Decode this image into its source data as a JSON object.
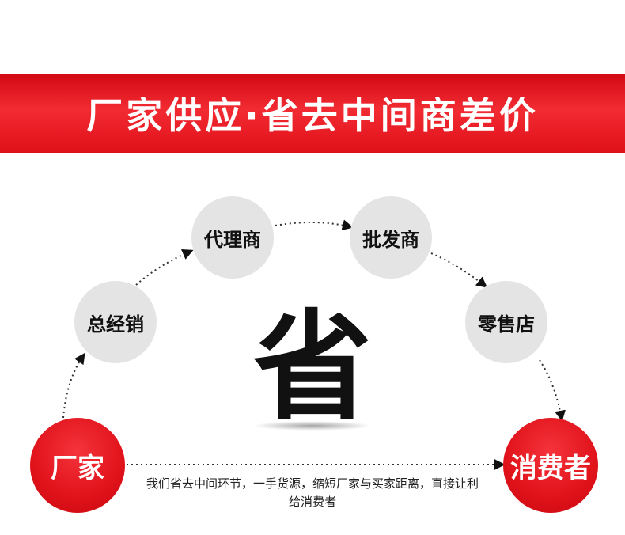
{
  "banner": {
    "title": "厂家供应·省去中间商差价"
  },
  "nodes": {
    "factory": "厂家",
    "distributor": "总经销",
    "agent": "代理商",
    "wholesaler": "批发商",
    "retailer": "零售店",
    "consumer": "消费者"
  },
  "center": {
    "char": "省"
  },
  "note": {
    "text": "我们省去中间环节，一手货源，缩短厂家与买家距离，直接让利给消费者"
  },
  "colors": {
    "accent": "#e0121a",
    "node_gray": "#e4e4e4",
    "text_dark": "#111111"
  }
}
